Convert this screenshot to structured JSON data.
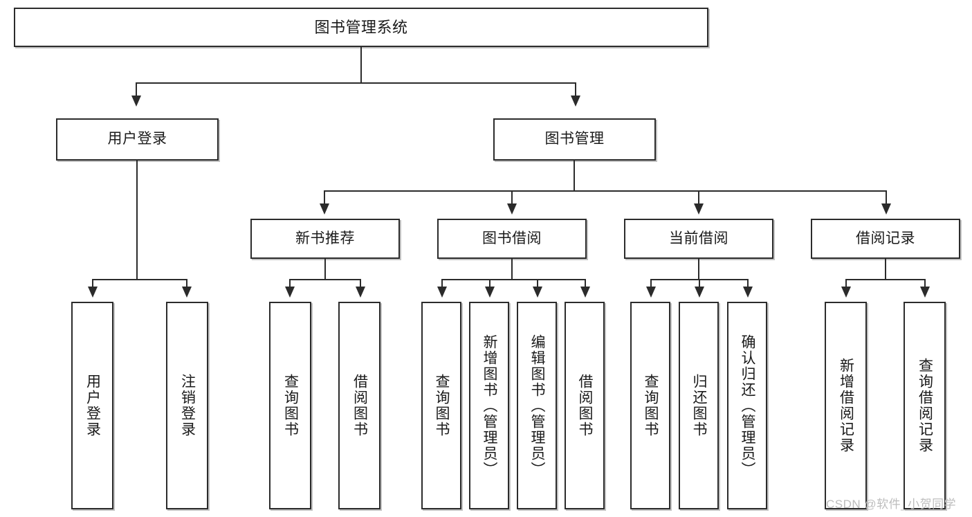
{
  "diagram": {
    "type": "tree-hierarchy",
    "title": "图书管理系统",
    "nodes": {
      "root": {
        "label": "图书管理系统"
      },
      "level2": [
        {
          "id": "user-login",
          "label": "用户登录"
        },
        {
          "id": "book-management",
          "label": "图书管理"
        }
      ],
      "level3": [
        {
          "id": "new-book-recommend",
          "label": "新书推荐"
        },
        {
          "id": "book-borrow",
          "label": "图书借阅"
        },
        {
          "id": "current-borrow",
          "label": "当前借阅"
        },
        {
          "id": "borrow-record",
          "label": "借阅记录"
        }
      ],
      "leaves": [
        {
          "id": "leaf-user-login",
          "label": "用户登录",
          "parent": "user-login"
        },
        {
          "id": "leaf-logout",
          "label": "注销登录",
          "parent": "user-login"
        },
        {
          "id": "leaf-query-book-1",
          "label": "查询图书",
          "parent": "new-book-recommend"
        },
        {
          "id": "leaf-borrow-book-1",
          "label": "借阅图书",
          "parent": "new-book-recommend"
        },
        {
          "id": "leaf-query-book-2",
          "label": "查询图书",
          "parent": "book-borrow"
        },
        {
          "id": "leaf-add-book",
          "label": "新增图书（管理员）",
          "parent": "book-borrow"
        },
        {
          "id": "leaf-edit-book",
          "label": "编辑图书（管理员）",
          "parent": "book-borrow"
        },
        {
          "id": "leaf-borrow-book-2",
          "label": "借阅图书",
          "parent": "book-borrow"
        },
        {
          "id": "leaf-query-book-3",
          "label": "查询图书",
          "parent": "current-borrow"
        },
        {
          "id": "leaf-return-book",
          "label": "归还图书",
          "parent": "current-borrow"
        },
        {
          "id": "leaf-confirm-return",
          "label": "确认归还（管理员）",
          "parent": "current-borrow"
        },
        {
          "id": "leaf-add-record",
          "label": "新增借阅记录",
          "parent": "borrow-record"
        },
        {
          "id": "leaf-query-record",
          "label": "查询借阅记录",
          "parent": "borrow-record"
        }
      ]
    },
    "colors": {
      "stroke": "#2b2b2b",
      "fill": "#ffffff",
      "text": "#1a1a1a",
      "watermark": "#bdbdbd"
    }
  },
  "watermark": {
    "text": "CSDN @软件_小贺同学"
  }
}
